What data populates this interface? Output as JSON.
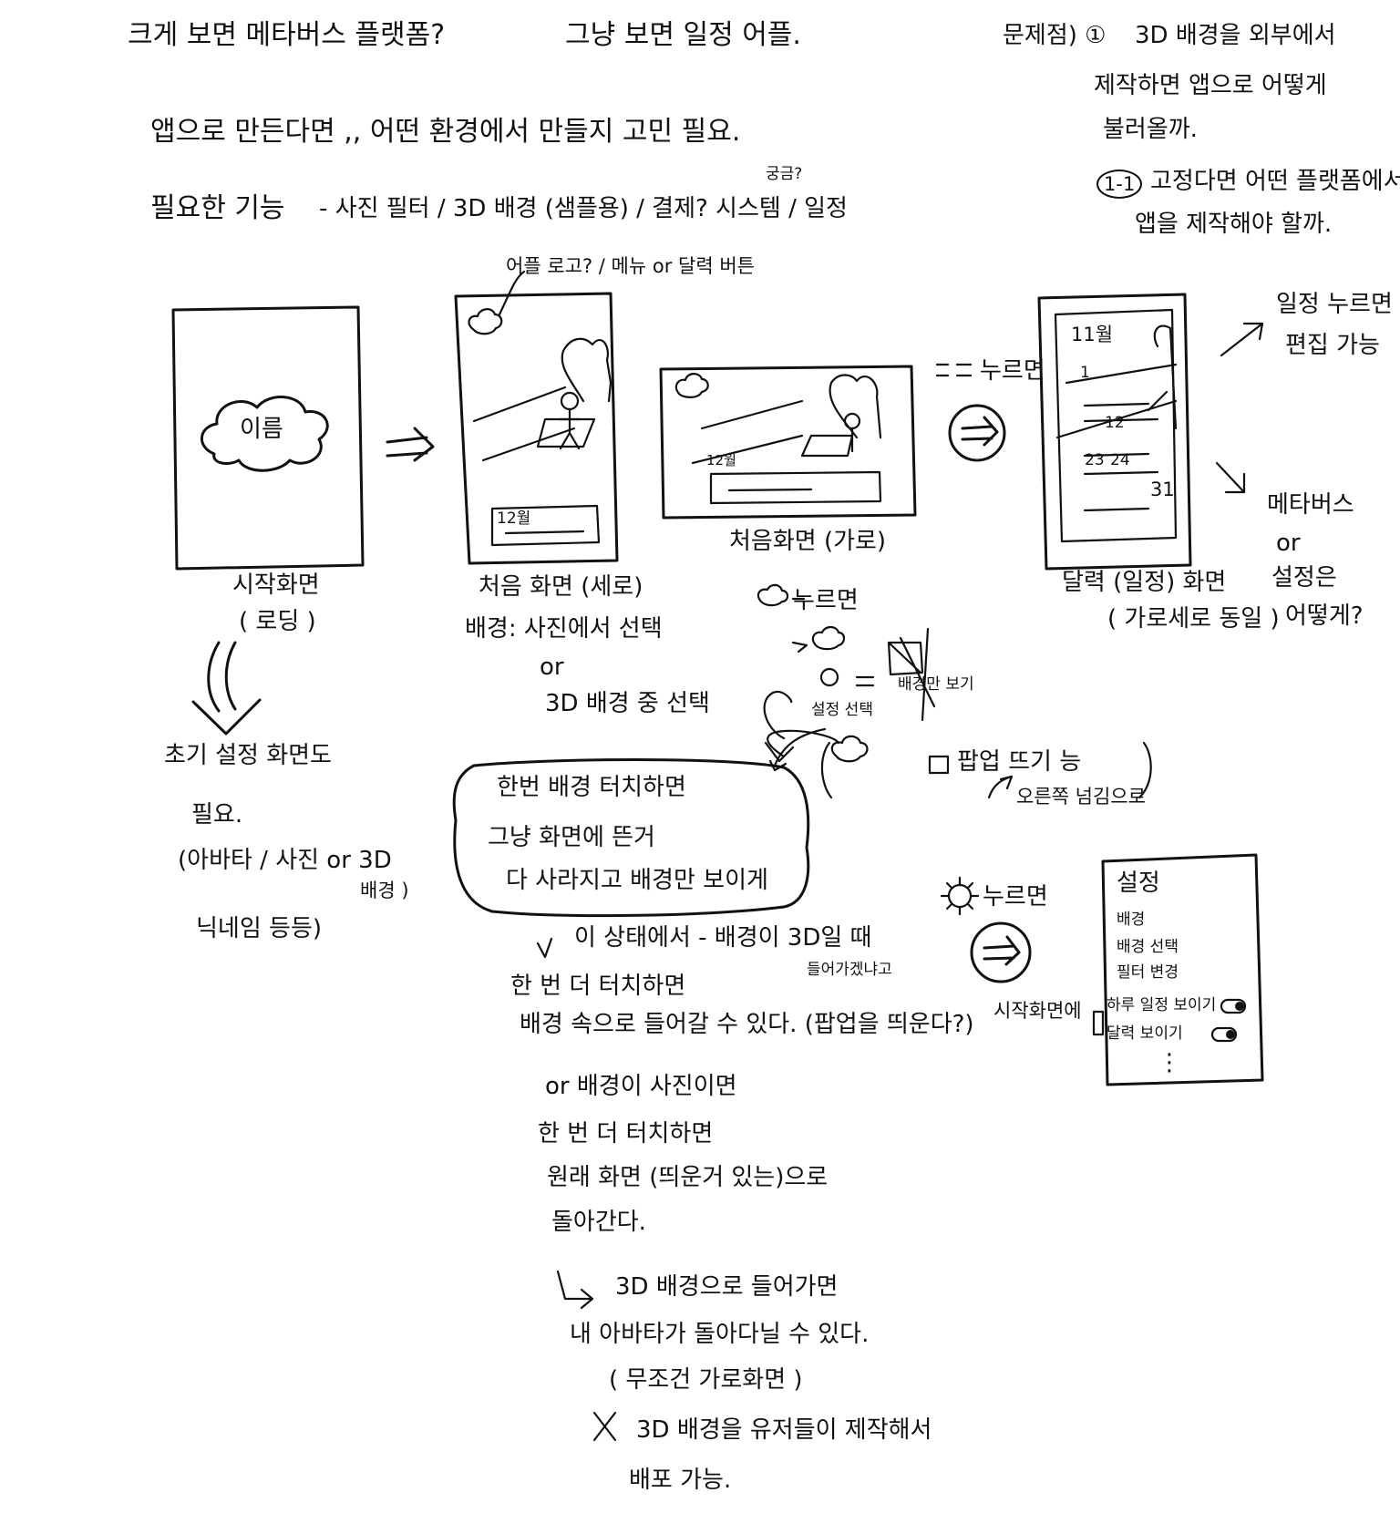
{
  "header": {
    "line1a": "크게 보면 메타버스 플랫폼?",
    "line1b": "그냥 보면 일정 어플.",
    "line2": "앱으로 만든다면 ,, 어떤 환경에서 만들지 고민 필요.",
    "features_label": "필요한 기능",
    "features": "- 사진 필터 / 3D 배경 (샘플용) / 결제? 시스템 / 일정",
    "features_note": "궁금?"
  },
  "problems": {
    "p1_label": "문제점) ①",
    "p1_l1": "3D 배경을 외부에서",
    "p1_l2": "제작하면 앱으로 어떻게",
    "p1_l3": "불러올까.",
    "p11_label": "1-1",
    "p11_l1": "고정다면 어떤 플랫폼에서",
    "p11_l2": "앱을 제작해야 할까."
  },
  "screens": {
    "start": {
      "center": "이름",
      "caption1": "시작화면",
      "caption2": "( 로딩 )"
    },
    "first_portrait": {
      "top_note": "어플 로고? / 메뉴 or 달력 버튼",
      "date": "12월",
      "caption": "처음 화면 (세로)",
      "bg_l1": "배경: 사진에서 선택",
      "bg_l2": "or",
      "bg_l3": "3D 배경 중 선택"
    },
    "first_landscape": {
      "date": "12월",
      "caption": "처음화면 (가로)"
    },
    "calendar": {
      "month": "11월",
      "d1": "1",
      "d12": "12",
      "d23": "23",
      "d24": "24",
      "d31": "31",
      "caption1": "달력 (일정) 화면",
      "caption2": "( 가로세로 동일 )"
    }
  },
  "flow": {
    "press_note": "누르면",
    "edit_l1": "일정 누르면",
    "edit_l2": "편집 가능",
    "meta_l1": "메타버스",
    "meta_l2": "or",
    "meta_l3": "설정은",
    "meta_l4": "어떻게?"
  },
  "cloud_menu": {
    "press": "누르면",
    "label_settings": "설정 선택",
    "label_bg": "배경만 보기",
    "popup": "팝업 뜨기 능",
    "popup_note": "오른쪽 넘김으로"
  },
  "bubble": {
    "l1": "한번 배경 터치하면",
    "l2": "그냥 화면에 뜬거",
    "l3": "다 사라지고 배경만 보이게"
  },
  "left_notes": {
    "l1": "초기 설정 화면도",
    "l2": "필요.",
    "l3": "(아바타 / 사진 or 3D",
    "l3b": "배경 )",
    "l4": "닉네임 등등)"
  },
  "bottom_notes": {
    "n1": "이 상태에서 - 배경이 3D일 때",
    "n2": "한 번 더 터치하면",
    "n2b": "들어가겠냐고",
    "n3": "배경 속으로 들어갈 수 있다. (팝업을 띄운다?)",
    "n4": "or  배경이 사진이면",
    "n5": "한 번 더 터치하면",
    "n6": "원래 화면 (띄운거 있는)으로",
    "n7": "돌아간다.",
    "n8": "3D 배경으로 들어가면",
    "n9": "내 아바타가 돌아다닐 수 있다.",
    "n10": "( 무조건 가로화면 )",
    "n11": "3D 배경을 유저들이 제작해서",
    "n12": "배포 가능."
  },
  "settings": {
    "press": "누르면",
    "start_note": "시작화면에",
    "title": "설정",
    "item1": "배경",
    "item2": "배경 선택",
    "item3": "필터 변경",
    "item4": "하루 일정 보이기",
    "item5": "달력 보이기",
    "more": "⋮"
  }
}
